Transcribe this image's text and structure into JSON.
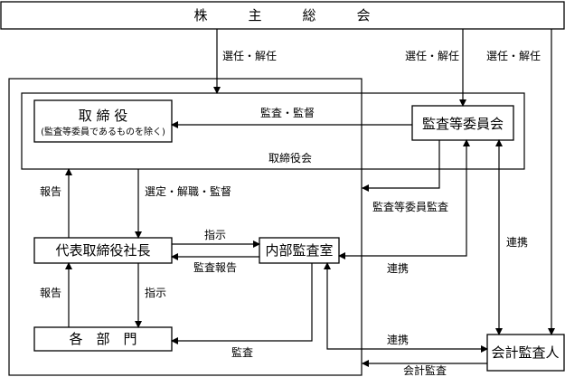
{
  "nodes": {
    "shareholders": "株　　　主　　　総　　　会",
    "directors": "取 締 役",
    "directors_note": "(監査等委員であるものを除く)",
    "audit_committee": "監査等委員会",
    "board": "取締役会",
    "president": "代表取締役社長",
    "internal_audit": "内部監査室",
    "departments": "各　部　門",
    "auditor": "会計監査人"
  },
  "edges": {
    "elect_dismiss_left": "選任・解任",
    "elect_dismiss_mid": "選任・解任",
    "elect_dismiss_right": "選任・解任",
    "audit_supervise": "監査・監督",
    "report_upper": "報告",
    "select_dismiss_supervise": "選定・解職・監督",
    "committee_audit": "監査等委員監査",
    "instruct_upper": "指示",
    "audit_report": "監査報告",
    "coordinate_right": "連携",
    "coordinate_mid": "連携",
    "report_lower": "報告",
    "instruct_lower": "指示",
    "audit": "監査",
    "coordinate_bottom": "連携",
    "accounting_audit": "会計監査"
  }
}
